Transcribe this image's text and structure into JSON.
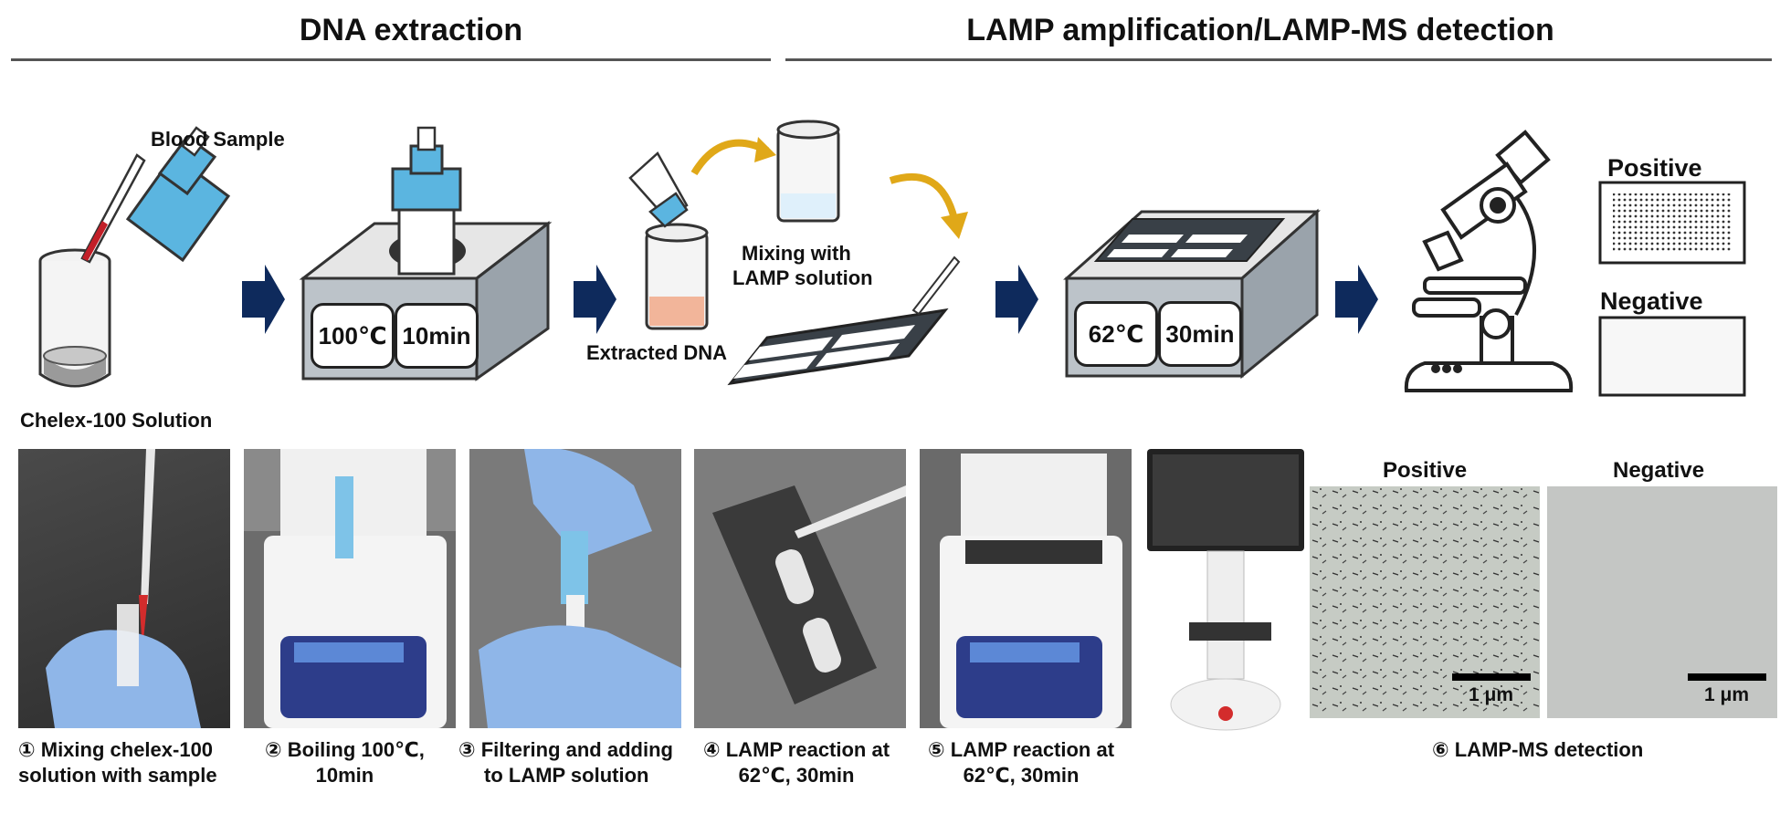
{
  "headers": {
    "left": "DNA extraction",
    "right": "LAMP amplification/LAMP-MS detection"
  },
  "diagram": {
    "blood_sample": "Blood Sample",
    "chelex_solution": "Chelex-100 Solution",
    "heat_temp": "100℃",
    "heat_time": "10min",
    "extracted_dna": "Extracted DNA",
    "mixing_line1": "Mixing with",
    "mixing_line2": "LAMP solution",
    "lamp_temp": "62℃",
    "lamp_time": "30min",
    "positive": "Positive",
    "negative": "Negative"
  },
  "photos": {
    "micro_positive": "Positive",
    "micro_negative": "Negative",
    "scale": "1 μm"
  },
  "captions": [
    {
      "line1": "① Mixing chelex-100",
      "line2": "solution with sample"
    },
    {
      "line1": "② Boiling 100℃,",
      "line2": "10min"
    },
    {
      "line1": "③ Filtering and adding",
      "line2": "to LAMP solution"
    },
    {
      "line1": "④ LAMP reaction at",
      "line2": "62℃, 30min"
    },
    {
      "line1": "⑤ LAMP reaction at",
      "line2": "62℃, 30min"
    },
    {
      "line1": "⑥ LAMP-MS detection"
    }
  ],
  "colors": {
    "arrow": "#0e2a5c",
    "tube_blue": "#5bb5e0",
    "gold_arrow": "#e0a818",
    "glove": "#8fb6e8"
  }
}
